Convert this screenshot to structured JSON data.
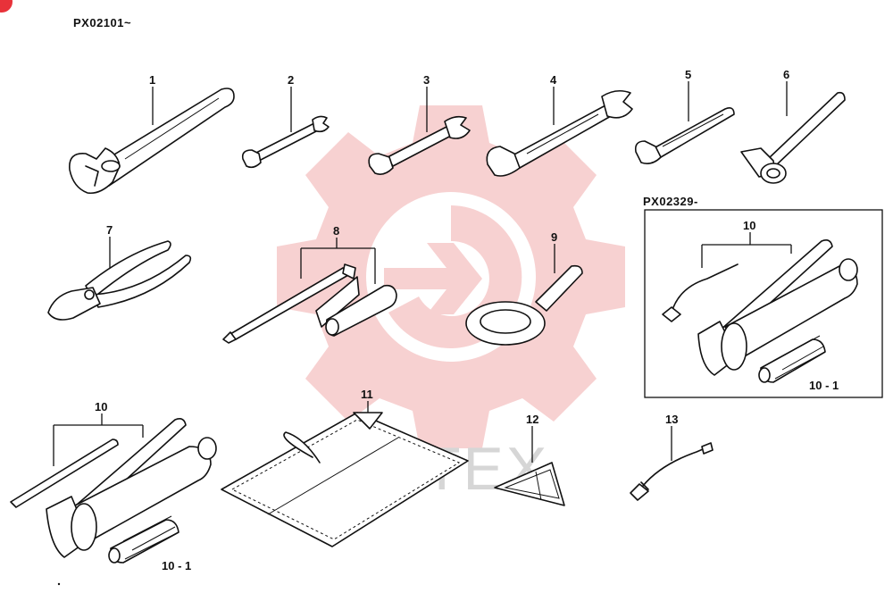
{
  "header": {
    "serial_from": "PX02101~",
    "inset_serial": "PX02329-"
  },
  "watermark": {
    "text": "ИНТЕХ",
    "color": "#f6c9c9"
  },
  "callouts": {
    "c1": "1",
    "c2": "2",
    "c3": "3",
    "c4": "4",
    "c5": "5",
    "c6": "6",
    "c7": "7",
    "c8": "8",
    "c9": "9",
    "c10_inset": "10",
    "c10_1_inset": "10 - 1",
    "c10": "10",
    "c10_1": "10 - 1",
    "c11": "11",
    "c12": "12",
    "c13": "13"
  },
  "parts": [
    {
      "ref": "1",
      "icon": "adjustable-wrench-icon"
    },
    {
      "ref": "2",
      "icon": "small-open-end-wrench-icon"
    },
    {
      "ref": "3",
      "icon": "open-end-wrench-icon"
    },
    {
      "ref": "4",
      "icon": "large-open-end-wrench-icon"
    },
    {
      "ref": "5",
      "icon": "offset-wrench-icon"
    },
    {
      "ref": "6",
      "icon": "box-spanner-icon"
    },
    {
      "ref": "7",
      "icon": "pliers-icon"
    },
    {
      "ref": "8",
      "icon": "screwdriver-icon"
    },
    {
      "ref": "9",
      "icon": "spanner-ring-icon"
    },
    {
      "ref": "10",
      "icon": "grease-gun-icon"
    },
    {
      "ref": "11",
      "icon": "tool-bag-icon"
    },
    {
      "ref": "12",
      "icon": "triangle-bag-icon"
    },
    {
      "ref": "13",
      "icon": "grease-nozzle-icon"
    }
  ]
}
